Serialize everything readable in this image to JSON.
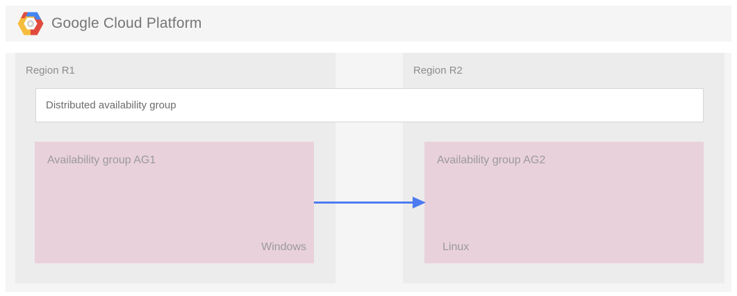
{
  "brand": {
    "name": "Google Cloud Platform",
    "wordmark_google": "Google",
    "wordmark_rest": "Cloud Platform"
  },
  "diagram": {
    "regions": [
      {
        "label": "Region R1"
      },
      {
        "label": "Region R2"
      }
    ],
    "distributed_availability_group": {
      "label": "Distributed availability group"
    },
    "availability_groups": [
      {
        "label": "Availability group AG1",
        "os": "Windows",
        "region": "Region R1"
      },
      {
        "label": "Availability group AG2",
        "os": "Linux",
        "region": "Region R2"
      }
    ],
    "connector": {
      "type": "arrow",
      "from": "Availability group AG1",
      "to": "Availability group AG2",
      "color": "#4d7bf0"
    }
  },
  "colors": {
    "page_background": "#ffffff",
    "band_background": "#f5f5f5",
    "region_background": "#ececec",
    "availability_group_background": "#e9d1dc",
    "box_border": "#d5d5d5",
    "region_label_text": "#8c8c8c",
    "dag_label_text": "#6b6b6b",
    "ag_label_text": "#9a9a9a",
    "brand_text": "#757575",
    "arrow_blue": "#4d7bf0",
    "logo_blue": "#4285f4",
    "logo_red": "#e04a3f",
    "logo_yellow": "#f6bc3c"
  }
}
